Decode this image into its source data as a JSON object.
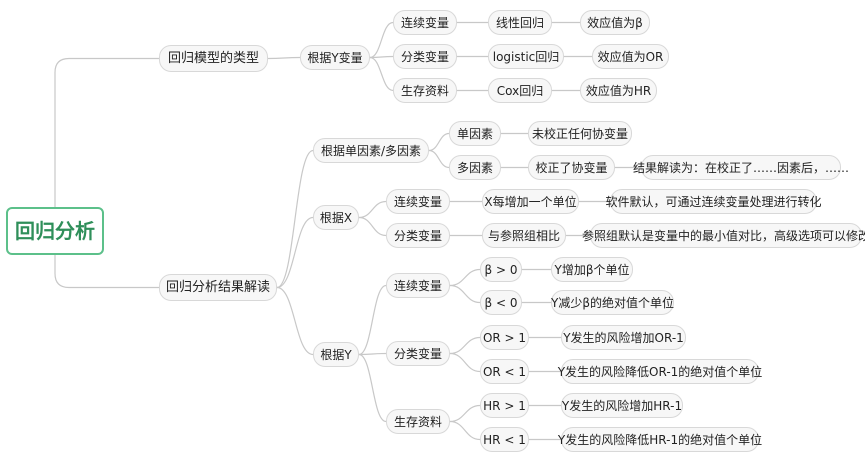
{
  "mindmap": {
    "root": {
      "id": "root",
      "label": "回归分析"
    },
    "nodes": [
      {
        "id": "types",
        "parent": "root",
        "label": "回归模型的类型"
      },
      {
        "id": "byY",
        "parent": "types",
        "label": "根据Y变量"
      },
      {
        "id": "cont",
        "parent": "byY",
        "label": "连续变量"
      },
      {
        "id": "linear",
        "parent": "cont",
        "label": "线性回归"
      },
      {
        "id": "beta",
        "parent": "linear",
        "label": "效应值为β"
      },
      {
        "id": "cat",
        "parent": "byY",
        "label": "分类变量"
      },
      {
        "id": "logistic",
        "parent": "cat",
        "label": "logistic回归"
      },
      {
        "id": "or",
        "parent": "logistic",
        "label": "效应值为OR"
      },
      {
        "id": "surv",
        "parent": "byY",
        "label": "生存资料"
      },
      {
        "id": "cox",
        "parent": "surv",
        "label": "Cox回归"
      },
      {
        "id": "hr",
        "parent": "cox",
        "label": "效应值为HR"
      },
      {
        "id": "interp",
        "parent": "root",
        "label": "回归分析结果解读"
      },
      {
        "id": "uni_multi",
        "parent": "interp",
        "label": "根据单因素/多因素"
      },
      {
        "id": "uni",
        "parent": "uni_multi",
        "label": "单因素"
      },
      {
        "id": "uni_desc",
        "parent": "uni",
        "label": "未校正任何协变量"
      },
      {
        "id": "multi",
        "parent": "uni_multi",
        "label": "多因素"
      },
      {
        "id": "multi_adj",
        "parent": "multi",
        "label": "校正了协变量"
      },
      {
        "id": "multi_desc",
        "parent": "multi_adj",
        "label": "结果解读为：在校正了……因素后，……"
      },
      {
        "id": "byX",
        "parent": "interp",
        "label": "根据X"
      },
      {
        "id": "x_cont",
        "parent": "byX",
        "label": "连续变量"
      },
      {
        "id": "x_unit",
        "parent": "x_cont",
        "label": "X每增加一个单位"
      },
      {
        "id": "x_unit_desc",
        "parent": "x_unit",
        "label": "软件默认，可通过连续变量处理进行转化"
      },
      {
        "id": "x_cat",
        "parent": "byX",
        "label": "分类变量"
      },
      {
        "id": "x_ref",
        "parent": "x_cat",
        "label": "与参照组相比"
      },
      {
        "id": "x_ref_desc",
        "parent": "x_ref",
        "label": "参照组默认是变量中的最小值对比，高级选项可以修改"
      },
      {
        "id": "byY2",
        "parent": "interp",
        "label": "根据Y"
      },
      {
        "id": "y_cont",
        "parent": "byY2",
        "label": "连续变量"
      },
      {
        "id": "b_pos",
        "parent": "y_cont",
        "label": "β > 0"
      },
      {
        "id": "b_pos_desc",
        "parent": "b_pos",
        "label": "Y增加β个单位"
      },
      {
        "id": "b_neg",
        "parent": "y_cont",
        "label": "β < 0"
      },
      {
        "id": "b_neg_desc",
        "parent": "b_neg",
        "label": "Y减少β的绝对值个单位"
      },
      {
        "id": "y_cat",
        "parent": "byY2",
        "label": "分类变量"
      },
      {
        "id": "or_gt",
        "parent": "y_cat",
        "label": "OR > 1"
      },
      {
        "id": "or_gt_desc",
        "parent": "or_gt",
        "label": "Y发生的风险增加OR-1"
      },
      {
        "id": "or_lt",
        "parent": "y_cat",
        "label": "OR < 1"
      },
      {
        "id": "or_lt_desc",
        "parent": "or_lt",
        "label": "Y发生的风险降低OR-1的绝对值个单位"
      },
      {
        "id": "y_surv",
        "parent": "byY2",
        "label": "生存资料"
      },
      {
        "id": "hr_gt",
        "parent": "y_surv",
        "label": "HR > 1"
      },
      {
        "id": "hr_gt_desc",
        "parent": "hr_gt",
        "label": "Y发生的风险增加HR-1"
      },
      {
        "id": "hr_lt",
        "parent": "y_surv",
        "label": "HR < 1"
      },
      {
        "id": "hr_lt_desc",
        "parent": "hr_lt",
        "label": "Y发生的风险降低HR-1的绝对值个单位"
      }
    ]
  },
  "colors": {
    "root_border": "#5cc08a",
    "root_text": "#2f8f5a",
    "node_bg": "#f7f7f7",
    "node_border": "#d8d8d8",
    "link": "#c8c8c8"
  }
}
